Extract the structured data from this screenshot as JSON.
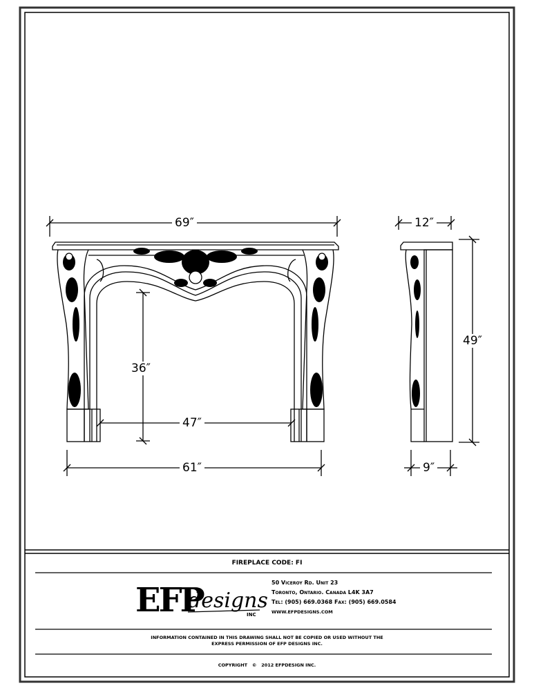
{
  "drawing": {
    "front_view": {
      "overall_width": "69″",
      "opening_height": "36″",
      "opening_width": "47″",
      "base_width": "61″"
    },
    "side_view": {
      "shelf_depth": "12″",
      "overall_height": "49″",
      "base_depth": "9″"
    }
  },
  "title_block": {
    "fireplace_code": "FIREPLACE CODE: FI",
    "logo": {
      "letters": "EFP",
      "script": "designs",
      "suffix": "INC"
    },
    "address_line1": "50 Viceroy Rd. Unit 23",
    "address_line2": "Toronto, Ontario. Canada  L4K 3A7",
    "phone_fax": "Tel: (905) 669.0368  Fax: (905) 669.0584",
    "website": "www.efpdesigns.com",
    "notice_line1": "INFORMATION CONTAINED IN THIS DRAWING SHALL NOT BE COPIED OR USED WITHOUT THE",
    "notice_line2": "EXPRESS PERMISSION OF EFP DESIGNS INC.",
    "copyright": "COPYRIGHT   ©   2012 EFPDESIGN INC."
  }
}
